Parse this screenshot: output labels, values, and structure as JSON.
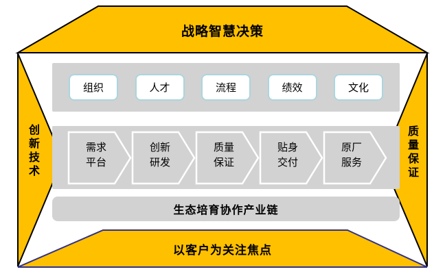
{
  "diagram": {
    "title": "战略智慧决策",
    "banners": {
      "top": "战略智慧决策",
      "left": "创新技术",
      "right": "质量保证",
      "bottom": "以客户为关注焦点"
    },
    "colors": {
      "banner_fill": "#FFC000",
      "banner_border": "#000000",
      "bottom_banner_border": "#303189",
      "bar_fill": "#D2D2D2",
      "capability_box_border": "#ABD5DF",
      "chevron_outline": "#FFFFFF"
    },
    "capabilities": [
      {
        "label": "组织"
      },
      {
        "label": "人才"
      },
      {
        "label": "流程"
      },
      {
        "label": "绩效"
      },
      {
        "label": "文化"
      }
    ],
    "process_steps": [
      {
        "line1": "需求",
        "line2": "平台"
      },
      {
        "line1": "创新",
        "line2": "研发"
      },
      {
        "line1": "质量",
        "line2": "保证"
      },
      {
        "line1": "贴身",
        "line2": "交付"
      },
      {
        "line1": "原厂",
        "line2": "服务"
      }
    ],
    "chain_bar": "生态培育协作产业链"
  }
}
